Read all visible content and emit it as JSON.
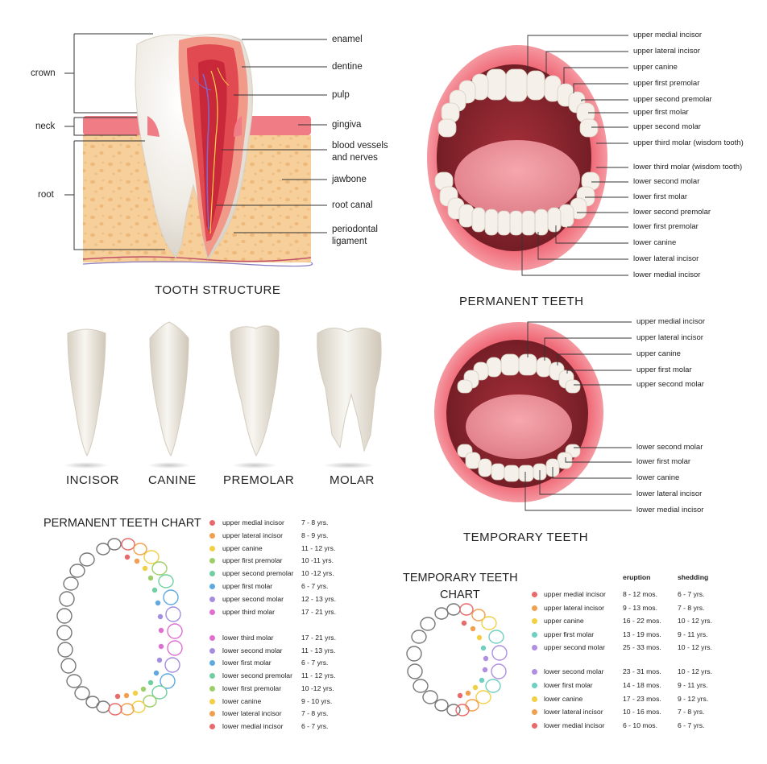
{
  "tooth_structure": {
    "title": "TOOTH STRUCTURE",
    "left_labels": {
      "crown": "crown",
      "neck": "neck",
      "root": "root"
    },
    "right_labels": [
      "enamel",
      "dentine",
      "pulp",
      "gingiva",
      "blood vessels\nand nerves",
      "jawbone",
      "root canal",
      "periodontal\nligament"
    ]
  },
  "tooth_types": [
    "INCISOR",
    "CANINE",
    "PREMOLAR",
    "MOLAR"
  ],
  "permanent_teeth": {
    "title": "PERMANENT TEETH",
    "labels": [
      "upper medial incisor",
      "upper lateral incisor",
      "upper canine",
      "upper first premolar",
      "upper second premolar",
      "upper first molar",
      "upper second molar",
      "upper third molar (wisdom tooth)",
      "lower third molar (wisdom tooth)",
      "lower second molar",
      "lower first molar",
      "lower second premolar",
      "lower first premolar",
      "lower canine",
      "lower lateral incisor",
      "lower medial incisor"
    ]
  },
  "temporary_teeth": {
    "title": "TEMPORARY TEETH",
    "labels": [
      "upper medial incisor",
      "upper lateral incisor",
      "upper canine",
      "upper first molar",
      "upper second molar",
      "lower second molar",
      "lower first molar",
      "lower canine",
      "lower lateral incisor",
      "lower medial incisor"
    ]
  },
  "permanent_chart": {
    "title": "PERMANENT TEETH  CHART",
    "rows": [
      {
        "name": "upper medial incisor",
        "age": "7 - 8 yrs.",
        "color": "#e96a6a"
      },
      {
        "name": "upper lateral incisor",
        "age": "8 - 9 yrs.",
        "color": "#f0a050"
      },
      {
        "name": "upper canine",
        "age": "11 - 12 yrs.",
        "color": "#f2cf45"
      },
      {
        "name": "upper first premolar",
        "age": "10 -11 yrs.",
        "color": "#9ccf6a"
      },
      {
        "name": "upper second premolar",
        "age": "10 -12 yrs.",
        "color": "#6fcfa0"
      },
      {
        "name": "upper first molar",
        "age": "6 - 7 yrs.",
        "color": "#5fa8e0"
      },
      {
        "name": "upper second molar",
        "age": "12 - 13 yrs.",
        "color": "#a48ee0"
      },
      {
        "name": "upper third molar",
        "age": "17 - 21 yrs.",
        "color": "#e070d0"
      },
      {
        "name": "lower third molar",
        "age": "17 - 21 yrs.",
        "color": "#e070d0"
      },
      {
        "name": "lower second molar",
        "age": "11 - 13 yrs.",
        "color": "#a48ee0"
      },
      {
        "name": "lower first molar",
        "age": "6 - 7 yrs.",
        "color": "#5fa8e0"
      },
      {
        "name": "lower second premolar",
        "age": "11 - 12 yrs.",
        "color": "#6fcfa0"
      },
      {
        "name": "lower first premolar",
        "age": "10 -12 yrs.",
        "color": "#9ccf6a"
      },
      {
        "name": "lower canine",
        "age": "9 - 10 yrs.",
        "color": "#f2cf45"
      },
      {
        "name": "lower lateral incisor",
        "age": "7 - 8 yrs.",
        "color": "#f0a050"
      },
      {
        "name": "lower medial incisor",
        "age": "6 - 7 yrs.",
        "color": "#e96a6a"
      }
    ]
  },
  "temporary_chart": {
    "title_line1": "TEMPORARY TEETH",
    "title_line2": "CHART",
    "col_eruption": "eruption",
    "col_shedding": "shedding",
    "rows": [
      {
        "name": "upper medial incisor",
        "eruption": "8 - 12 mos.",
        "shedding": "6 - 7 yrs.",
        "color": "#e96a6a"
      },
      {
        "name": "upper lateral incisor",
        "eruption": "9 - 13 mos.",
        "shedding": "7 - 8 yrs.",
        "color": "#f0a050"
      },
      {
        "name": "upper canine",
        "eruption": "16 - 22 mos.",
        "shedding": "10 - 12 yrs.",
        "color": "#f2cf45"
      },
      {
        "name": "upper first molar",
        "eruption": "13 - 19 mos.",
        "shedding": "9 - 11 yrs.",
        "color": "#6fcfc0"
      },
      {
        "name": "upper second molar",
        "eruption": "25 - 33 mos.",
        "shedding": "10 - 12 yrs.",
        "color": "#b08ee0"
      },
      {
        "name": "lower second molar",
        "eruption": "23 - 31 mos.",
        "shedding": "10 - 12 yrs.",
        "color": "#b08ee0"
      },
      {
        "name": "lower first molar",
        "eruption": "14 - 18 mos.",
        "shedding": "9 - 11 yrs.",
        "color": "#6fcfc0"
      },
      {
        "name": "lower canine",
        "eruption": "17 - 23 mos.",
        "shedding": "9 - 12 yrs.",
        "color": "#f2cf45"
      },
      {
        "name": "lower lateral incisor",
        "eruption": "10 - 16 mos.",
        "shedding": "7 - 8 yrs.",
        "color": "#f0a050"
      },
      {
        "name": "lower medial incisor",
        "eruption": "6 - 10 mos.",
        "shedding": "6 - 7 yrs.",
        "color": "#e96a6a"
      }
    ]
  }
}
